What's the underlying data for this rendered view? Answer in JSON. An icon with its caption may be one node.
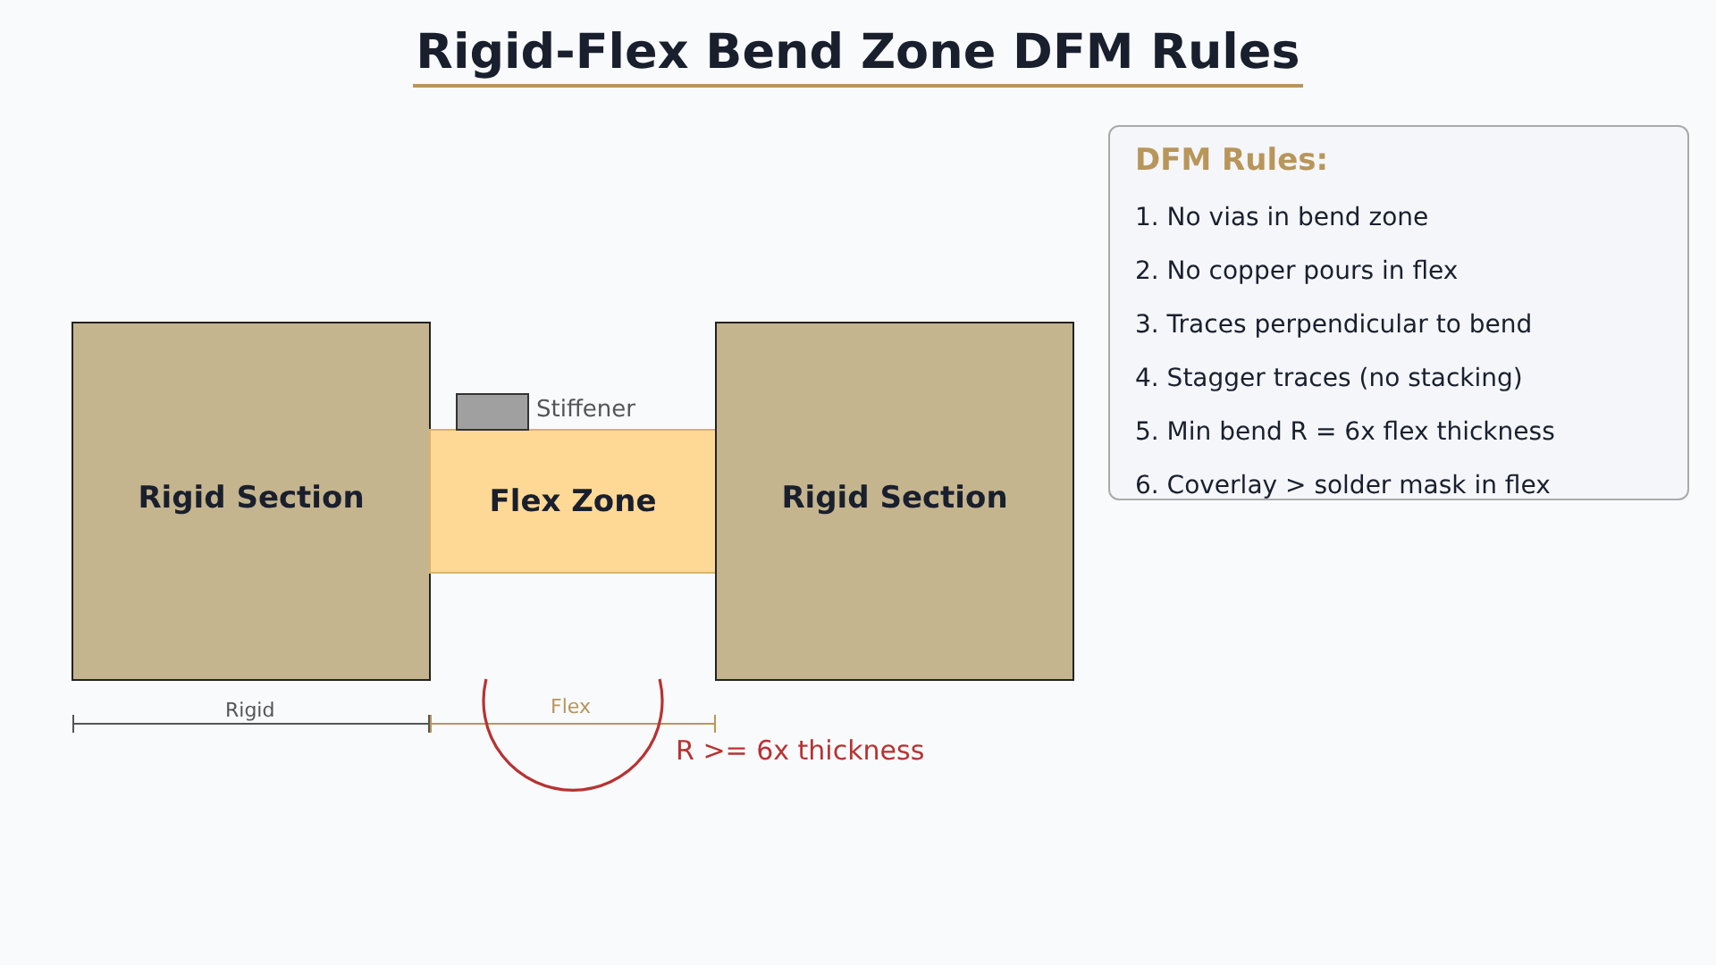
{
  "diagram": {
    "title": "Rigid-Flex Bend Zone DFM Rules",
    "nodes": [
      {
        "text": [
          "Rigid Section"
        ]
      },
      {
        "text": [
          "Flex Zone"
        ]
      },
      {
        "text": [
          "Rigid Section"
        ]
      },
      {
        "text": [],
        "shape": "box",
        "beside": [
          "Stiffener"
        ]
      },
      {
        "text": [
          "DFM Rules:",
          "1. No vias in bend zone",
          "2. No copper pours in flex",
          "3. Traces perpendicular to bend",
          "4. Stagger traces (no stacking)",
          "5. Min bend R = 6x flex thickness",
          "6. Coverlay > solder mask in flex"
        ]
      }
    ],
    "edges": [],
    "labels": [
      "Rigid",
      "Flex",
      "R >= 6x thickness"
    ]
  }
}
